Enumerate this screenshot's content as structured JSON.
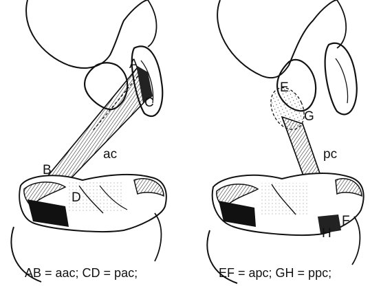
{
  "left_panel": {
    "labels": {
      "A": "A",
      "B": "B",
      "C": "C",
      "D": "D",
      "ligament": "ac"
    },
    "caption": "AB = aac; CD = pac;"
  },
  "right_panel": {
    "labels": {
      "E": "E",
      "F": "F",
      "G": "G",
      "H": "H",
      "ligament": "pc"
    },
    "caption": "EF = apc; GH = ppc;"
  },
  "colors": {
    "ink": "#111111",
    "paper": "#ffffff"
  }
}
